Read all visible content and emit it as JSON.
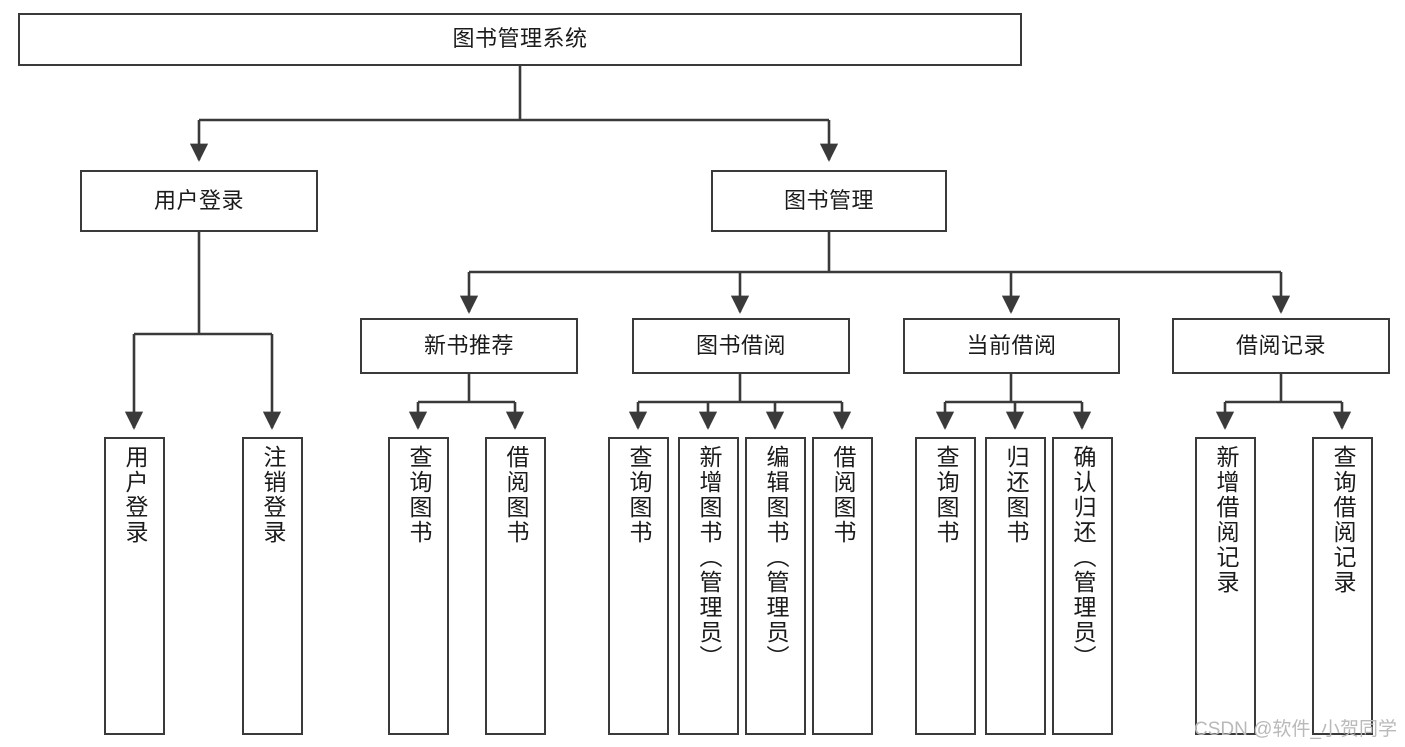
{
  "diagram": {
    "type": "tree-hierarchy-chart",
    "title": "图书管理系统",
    "stroke_color": "#3a3a3a",
    "background_color": "#ffffff",
    "levels": {
      "level1": [
        {
          "id": "root",
          "label": "图书管理系统",
          "orientation": "horizontal"
        }
      ],
      "level2": [
        {
          "id": "user-login",
          "label": "用户登录",
          "orientation": "horizontal"
        },
        {
          "id": "book-manage",
          "label": "图书管理",
          "orientation": "horizontal"
        }
      ],
      "level3": [
        {
          "id": "new-book-recommend",
          "label": "新书推荐",
          "orientation": "horizontal"
        },
        {
          "id": "book-borrow",
          "label": "图书借阅",
          "orientation": "horizontal"
        },
        {
          "id": "current-borrow",
          "label": "当前借阅",
          "orientation": "horizontal"
        },
        {
          "id": "borrow-record",
          "label": "借阅记录",
          "orientation": "horizontal"
        }
      ],
      "level4": [
        {
          "id": "leaf-user-login",
          "label": "用户登录",
          "parent": "user-login",
          "orientation": "vertical"
        },
        {
          "id": "leaf-logout",
          "label": "注销登录",
          "parent": "user-login",
          "orientation": "vertical"
        },
        {
          "id": "leaf-query-book-1",
          "label": "查询图书",
          "parent": "new-book-recommend",
          "orientation": "vertical"
        },
        {
          "id": "leaf-borrow-book-1",
          "label": "借阅图书",
          "parent": "new-book-recommend",
          "orientation": "vertical"
        },
        {
          "id": "leaf-query-book-2",
          "label": "查询图书",
          "parent": "book-borrow",
          "orientation": "vertical"
        },
        {
          "id": "leaf-add-book",
          "label": "新增图书（管理员）",
          "parent": "book-borrow",
          "orientation": "vertical"
        },
        {
          "id": "leaf-edit-book",
          "label": "编辑图书（管理员）",
          "parent": "book-borrow",
          "orientation": "vertical"
        },
        {
          "id": "leaf-borrow-book-2",
          "label": "借阅图书",
          "parent": "book-borrow",
          "orientation": "vertical"
        },
        {
          "id": "leaf-query-book-3",
          "label": "查询图书",
          "parent": "current-borrow",
          "orientation": "vertical"
        },
        {
          "id": "leaf-return-book",
          "label": "归还图书",
          "parent": "current-borrow",
          "orientation": "vertical"
        },
        {
          "id": "leaf-confirm-return",
          "label": "确认归还（管理员）",
          "parent": "current-borrow",
          "orientation": "vertical"
        },
        {
          "id": "leaf-add-record",
          "label": "新增借阅记录",
          "parent": "borrow-record",
          "orientation": "vertical"
        },
        {
          "id": "leaf-query-record",
          "label": "查询借阅记录",
          "parent": "borrow-record",
          "orientation": "vertical"
        }
      ]
    }
  },
  "watermark": {
    "text": "CSDN @软件_小贺同学",
    "color": "#b9b9b9"
  }
}
